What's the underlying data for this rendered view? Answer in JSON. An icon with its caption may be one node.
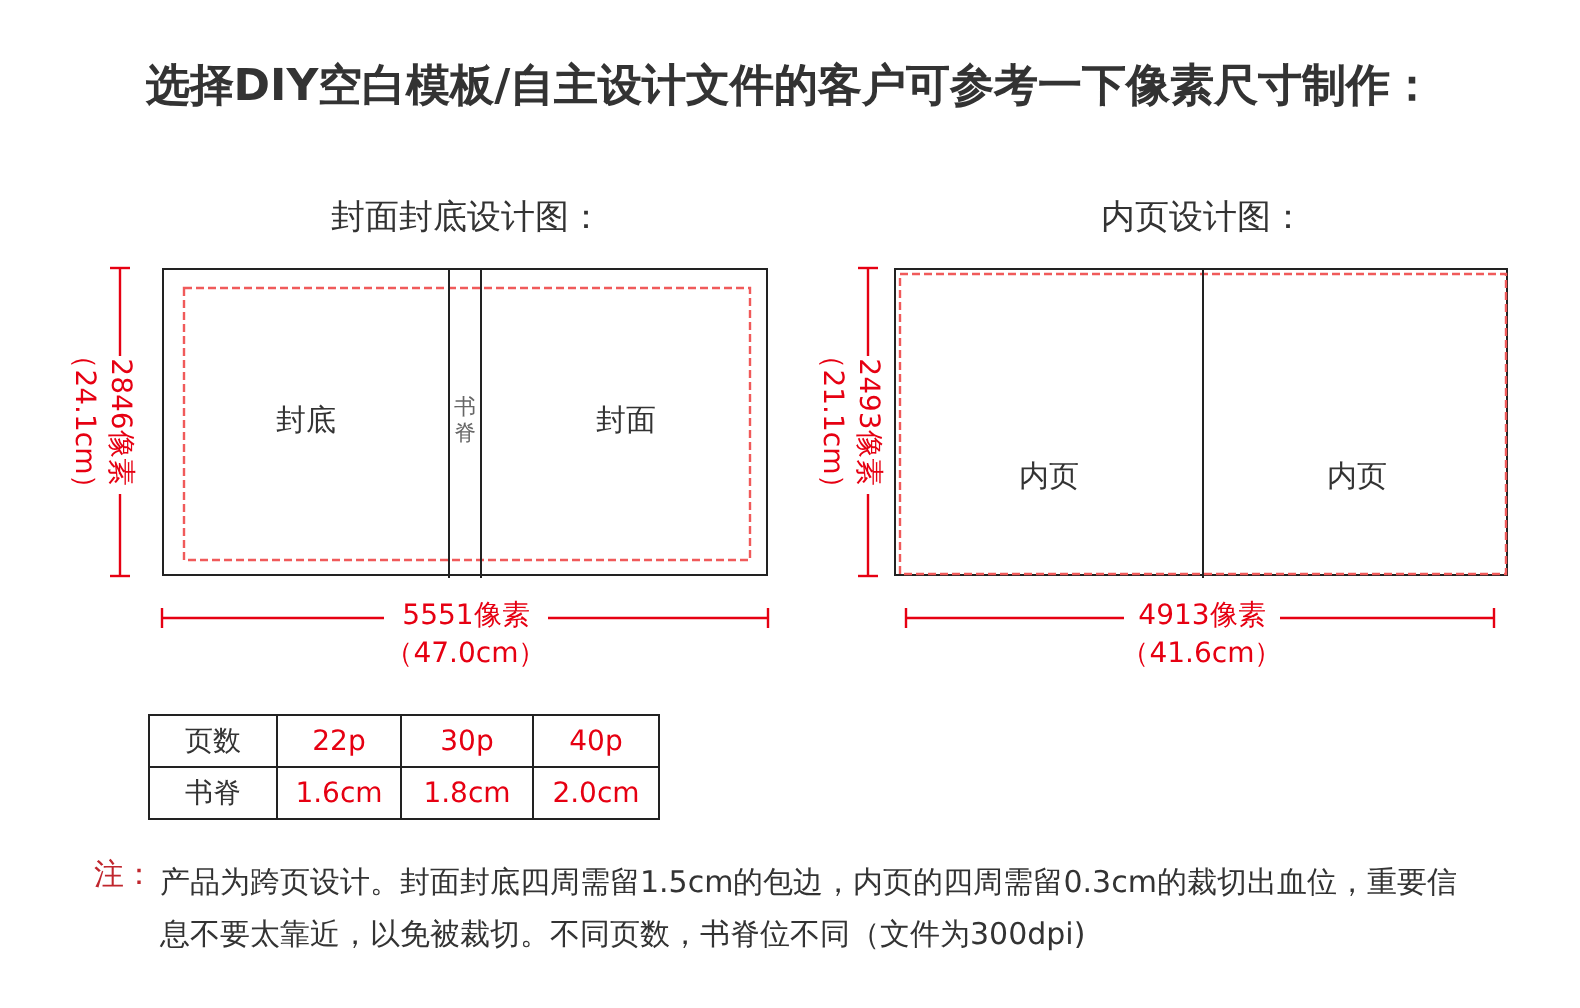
{
  "diagram": {
    "title": "选择DIY空白模板/自主设计文件的客户可参考一下像素尺寸制作：",
    "nodes": [
      {
        "text": [
          "封面封底设计图："
        ]
      },
      {
        "text": [
          "封底"
        ],
        "in": 0
      },
      {
        "text": [
          "书脊"
        ],
        "in": 0
      },
      {
        "text": [
          "封面"
        ],
        "in": 0
      },
      {
        "text": [
          "内页设计图："
        ]
      },
      {
        "text": [
          "内页"
        ],
        "in": 4
      },
      {
        "text": [
          "内页"
        ],
        "in": 4
      }
    ],
    "labels": [
      "（24.1cm）",
      "2846像素",
      "（21.1cm）",
      "2493像素",
      "5551像素",
      "（47.0cm）",
      "4913像素",
      "（41.6cm）",
      "页数",
      "22p",
      "30p",
      "40p",
      "书脊",
      "1.6cm",
      "1.8cm",
      "2.0cm",
      "注：",
      "产品为跨页设计。封面封底四周需留1.5cm的包边，内页的四周需留0.3cm的裁切出血位，重要信息不要太靠近，以免被裁切。不同页数，书脊位不同（文件为300dpi)"
    ]
  }
}
